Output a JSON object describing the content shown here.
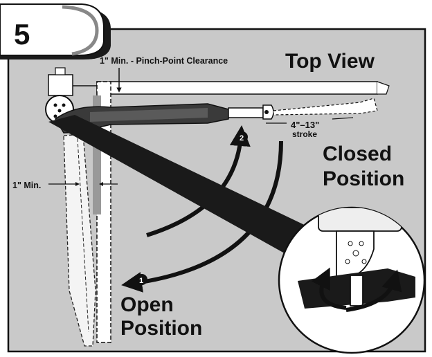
{
  "step_number": "5",
  "view_title": "Top View",
  "labels": {
    "pinch_clearance": "1\" Min. - Pinch-Point Clearance",
    "side_clearance": "1\" Min.",
    "stroke_range": "4\"–13\"",
    "stroke_word": "stroke",
    "closed_line1": "Closed",
    "closed_line2": "Position",
    "open_line1": "Open",
    "open_line2": "Position"
  },
  "arrow_badges": {
    "open": "1",
    "closed": "2"
  },
  "colors": {
    "background": "#c9c9c9",
    "frame": "#111111",
    "tab_fill": "#ffffff",
    "operator": "#2a2a2a",
    "arrow": "#111111"
  },
  "icons": [
    "rotation-arrows-icon",
    "bracket-holes-icon"
  ]
}
